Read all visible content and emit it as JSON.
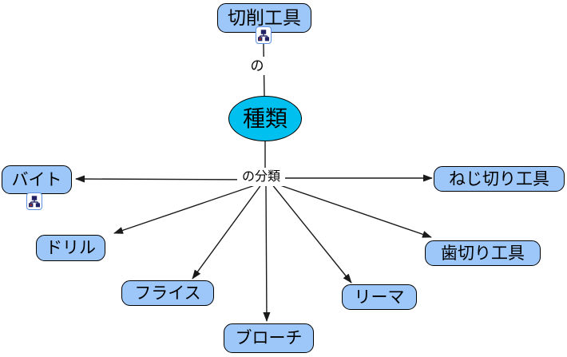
{
  "map": {
    "colors": {
      "node_fill": "#9CC7F8",
      "node_border": "#000000",
      "ellipse_fill": "#00C0F0",
      "line_color": "#1A1A1A",
      "canvas_bg": "#FFFFFF"
    },
    "root_node": {
      "label": "切削工具",
      "icon": "sitemap-icon"
    },
    "link_phrase_top": "の",
    "center_node": {
      "label": "種類"
    },
    "link_phrase_bottom": "の分類",
    "child_nodes": [
      {
        "label": "バイト",
        "icon": "sitemap-icon"
      },
      {
        "label": "ドリル"
      },
      {
        "label": "フライス"
      },
      {
        "label": "ブローチ"
      },
      {
        "label": "リーマ"
      },
      {
        "label": "歯切り工具"
      },
      {
        "label": "ねじ切り工具"
      }
    ]
  }
}
